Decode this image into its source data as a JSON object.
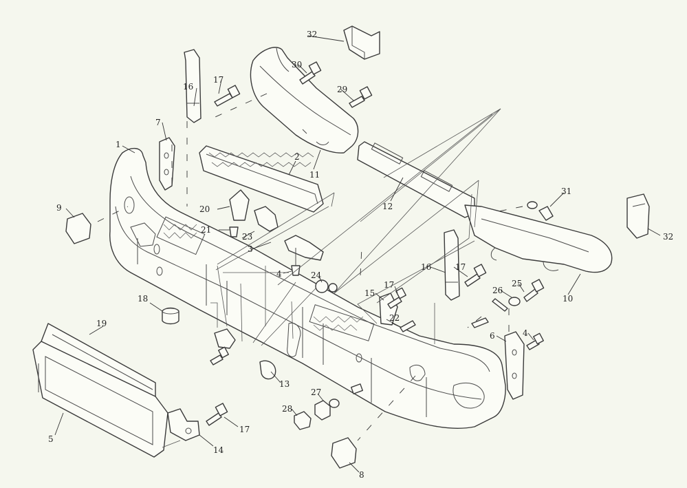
{
  "diagram": {
    "labels": {
      "l1": "1",
      "l2": "2",
      "l3": "3",
      "l4a": "4",
      "l4b": "4",
      "l5": "5",
      "l6": "6",
      "l7": "7",
      "l8": "8",
      "l9": "9",
      "l10": "10",
      "l11": "11",
      "l12": "12",
      "l13": "13",
      "l14": "14",
      "l15": "15",
      "l16a": "16",
      "l16b": "16",
      "l17a": "17",
      "l17b": "17",
      "l17c": "17",
      "l17d": "17",
      "l18": "18",
      "l19": "19",
      "l20": "20",
      "l21": "21",
      "l22": "22",
      "l23": "23",
      "l24": "24",
      "l25": "25",
      "l26": "26",
      "l27": "27",
      "l28": "28",
      "l29": "29",
      "l30": "30",
      "l31": "31",
      "l32a": "32",
      "l32b": "32"
    }
  }
}
